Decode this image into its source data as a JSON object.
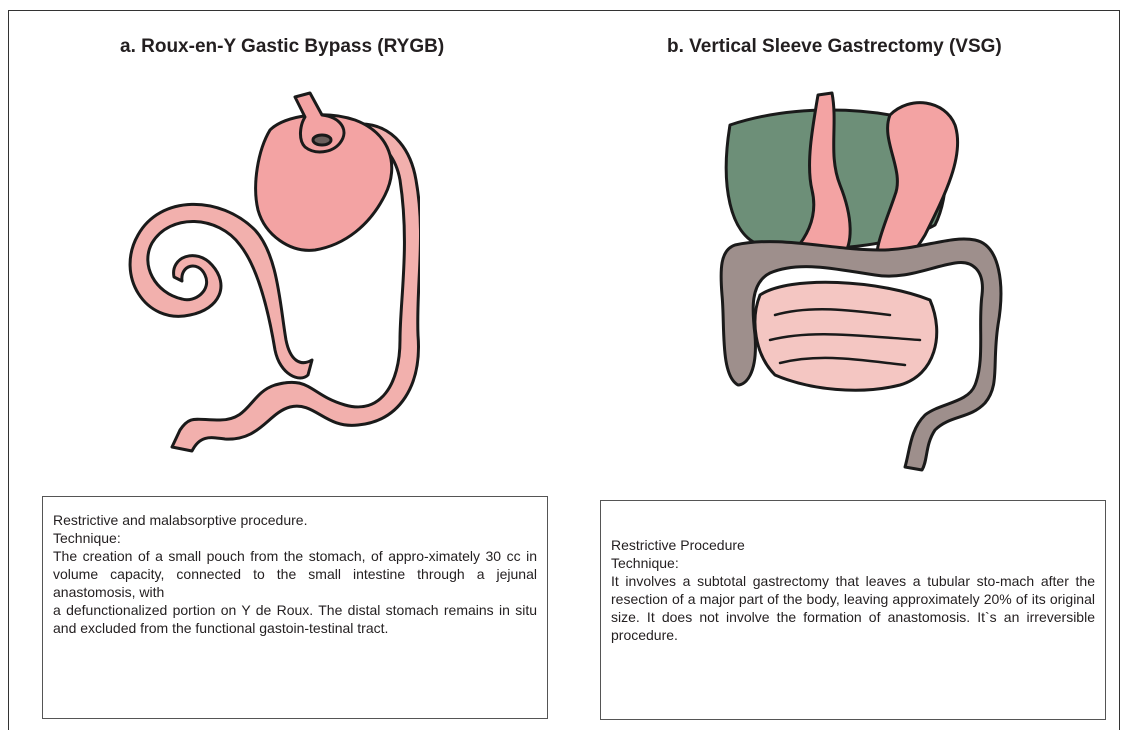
{
  "panel_a": {
    "title": "a. Roux-en-Y Gastic Bypass (RYGB)",
    "lines": [
      "Restrictive and malabsorptive procedure.",
      "Technique:",
      "The creation of a small pouch from the stomach, of appro-ximately 30 cc in volume capacity, connected to the small intestine through a jejunal anastomosis, with",
      "a defunctionalized portion on Y de Roux. The distal stomach remains in situ and excluded from the functional gastoin-testinal tract."
    ]
  },
  "panel_b": {
    "title": "b. Vertical Sleeve Gastrectomy (VSG)",
    "lines": [
      "Restrictive Procedure",
      "Technique:",
      "It involves a subtotal gastrectomy that leaves a tubular sto-mach after the resection of a major part of the body, leaving approximately 20% of its original size. It does not involve the formation of anastomosis. It`s an irreversible procedure."
    ]
  },
  "colors": {
    "stomach_pink": "#f3a3a3",
    "intestine_pink": "#f2b0ad",
    "liver_green": "#6d8f78",
    "colon_gray": "#9e8f8c",
    "small_bowel_pink": "#f4c6c2",
    "outline": "#1a1a1a"
  }
}
